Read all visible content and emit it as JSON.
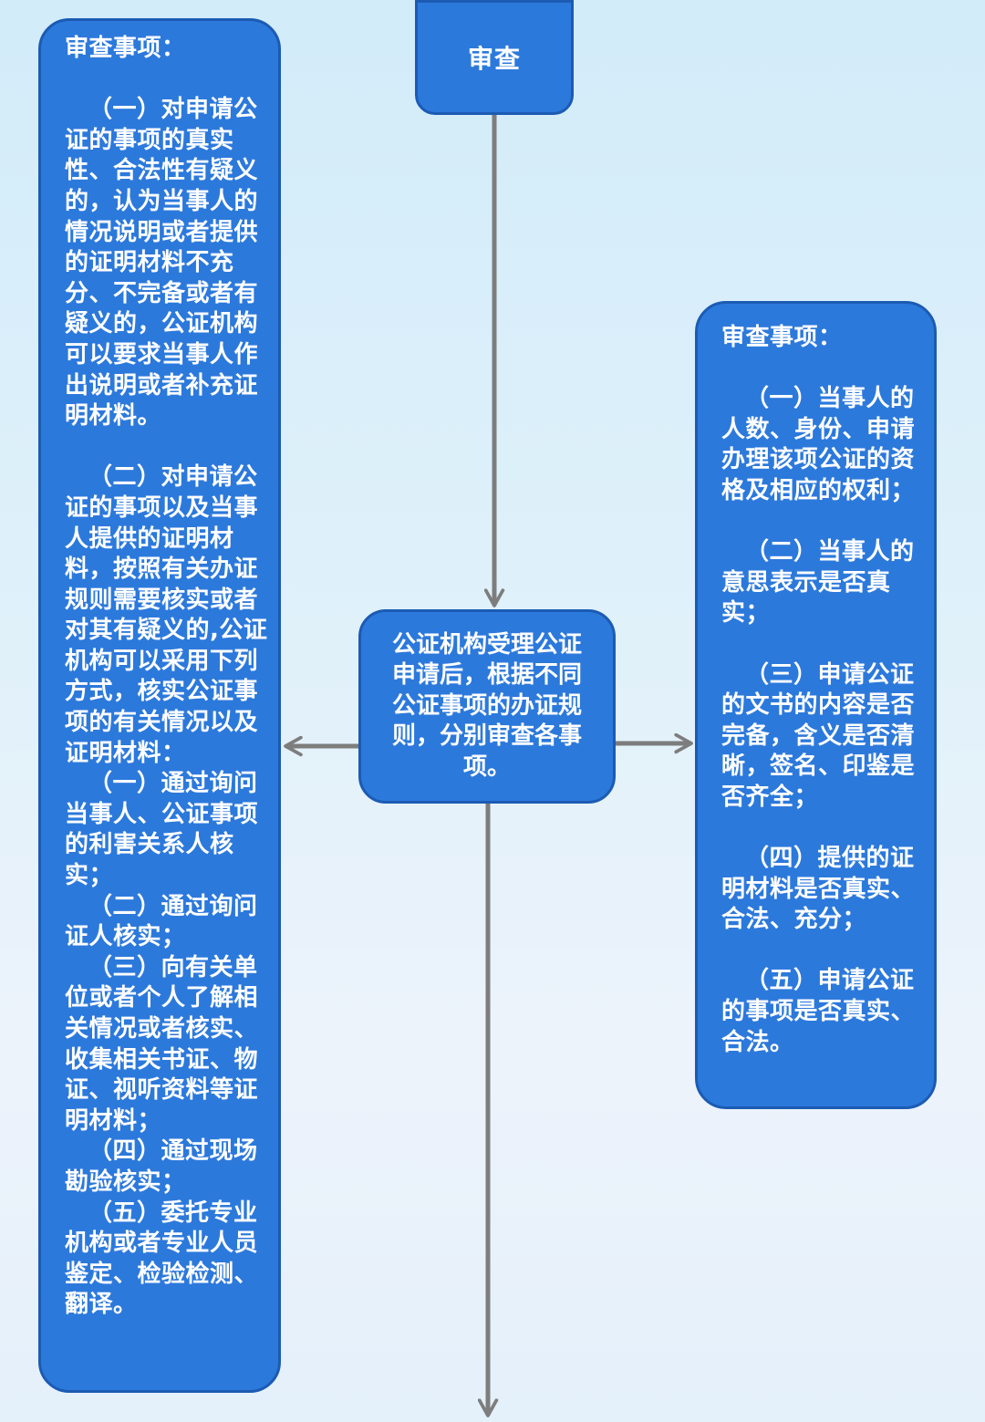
{
  "title": "审查",
  "center_text": "公证机构受理公证申请后，根据不同公证事项的办证规则，分别审查各事项。",
  "left_panel": {
    "heading": "审查事项：",
    "para1": "（一）对申请公证的事项的真实性、合法性有疑义的，认为当事人的情况说明或者提供的证明材料不充分、不完备或者有疑义的，公证机构可以要求当事人作出说明或者补充证明材料。",
    "para2": "（二）对申请公证的事项以及当事人提供的证明材料，按照有关办证规则需要核实或者对其有疑义的,公证机构可以采用下列方式，核实公证事项的有关情况以及证明材料：",
    "methods": [
      "（一）通过询问当事人、公证事项的利害关系人核实；",
      "（二）通过询问证人核实；",
      "（三）向有关单位或者个人了解相关情况或者核实、收集相关书证、物证、视听资料等证明材料；",
      "（四）通过现场勘验核实；",
      "（五）委托专业机构或者专业人员鉴定、检验检测、翻译。"
    ]
  },
  "right_panel": {
    "heading": "审查事项：",
    "items": [
      "（一）当事人的人数、身份、申请办理该项公证的资格及相应的权利；",
      "（二）当事人的意思表示是否真实；",
      "（三）申请公证的文书的内容是否完备，含义是否清晰，签名、印鉴是否齐全；",
      "（四）提供的证明材料是否真实、合法、充分；",
      "（五）申请公证的事项是否真实、合法。"
    ]
  },
  "colors": {
    "box_fill": "#2c79dc",
    "box_border": "#1c5bb3",
    "text": "#ffffff",
    "connector": "#7d7d7d"
  }
}
